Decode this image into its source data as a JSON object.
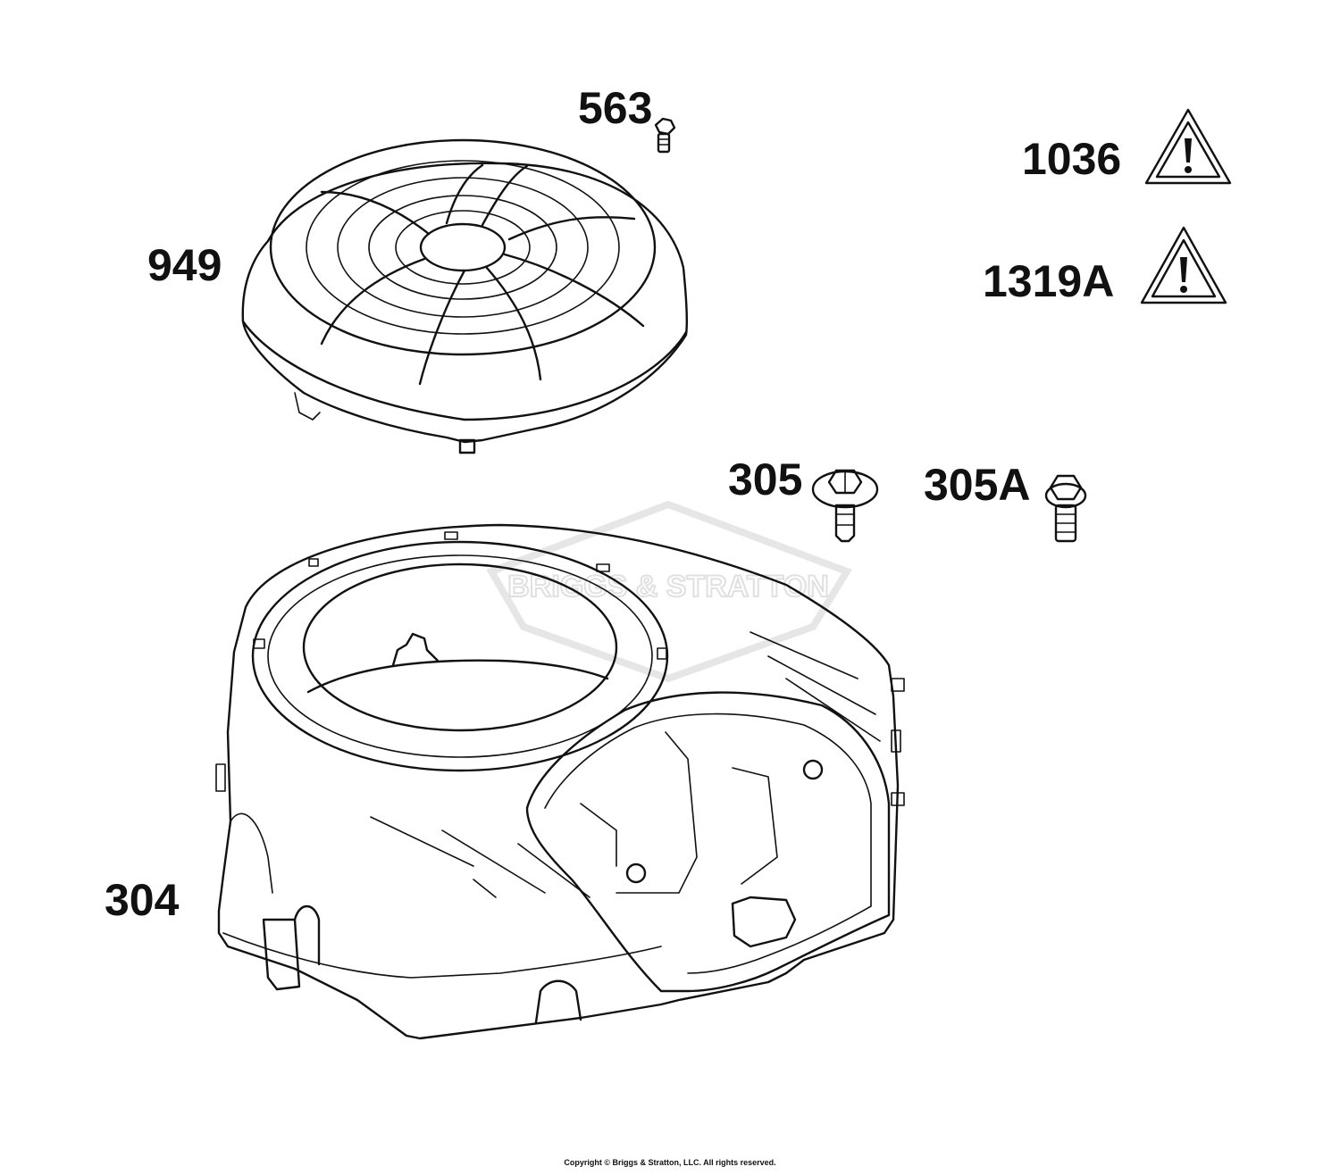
{
  "labels": {
    "p563": "563",
    "p949": "949",
    "p1036": "1036",
    "p1319a": "1319A",
    "p305": "305",
    "p305a": "305A",
    "p304": "304"
  },
  "watermark": "BRIGGS & STRATTON",
  "copyright": "Copyright © Briggs & Stratton, LLC. All rights reserved.",
  "colors": {
    "ink": "#111111",
    "watermark": "#e6e6e6",
    "background": "#ffffff"
  }
}
